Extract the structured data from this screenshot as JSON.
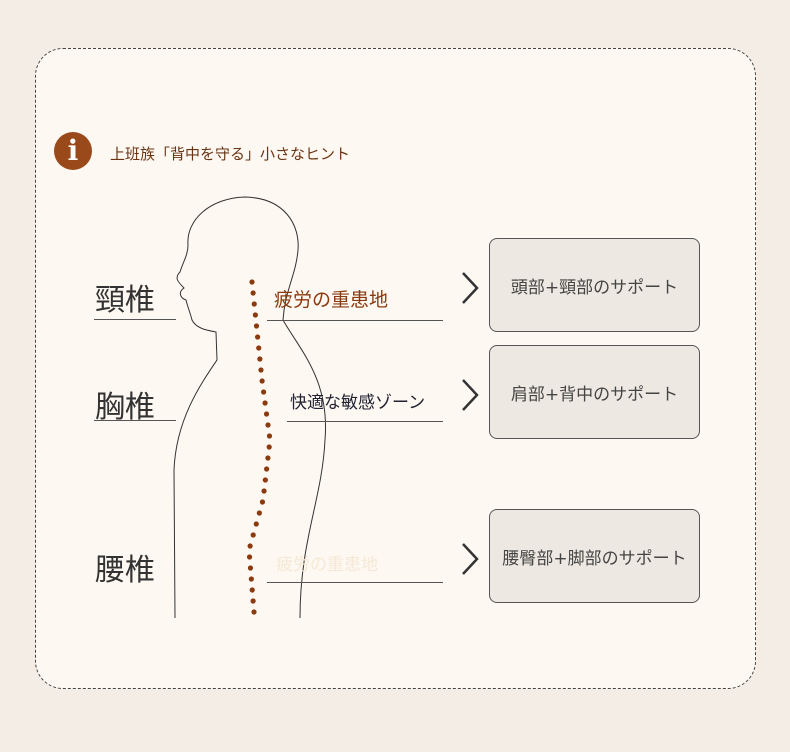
{
  "header": {
    "icon": "info-icon",
    "title": "上班族「背中を守る」小さなヒント"
  },
  "colors": {
    "accent": "#9a4a1a",
    "dots": "#8b3a10"
  },
  "sections": [
    {
      "label": "頸椎",
      "note": "疲労の重患地",
      "support": "頭部+頸部のサポート"
    },
    {
      "label": "胸椎",
      "note": "快適な敏感ゾーン",
      "support": "肩部+背中のサポート"
    },
    {
      "label": "腰椎",
      "note": "疲労の重患地",
      "support": "腰臀部+脚部のサポート"
    }
  ]
}
